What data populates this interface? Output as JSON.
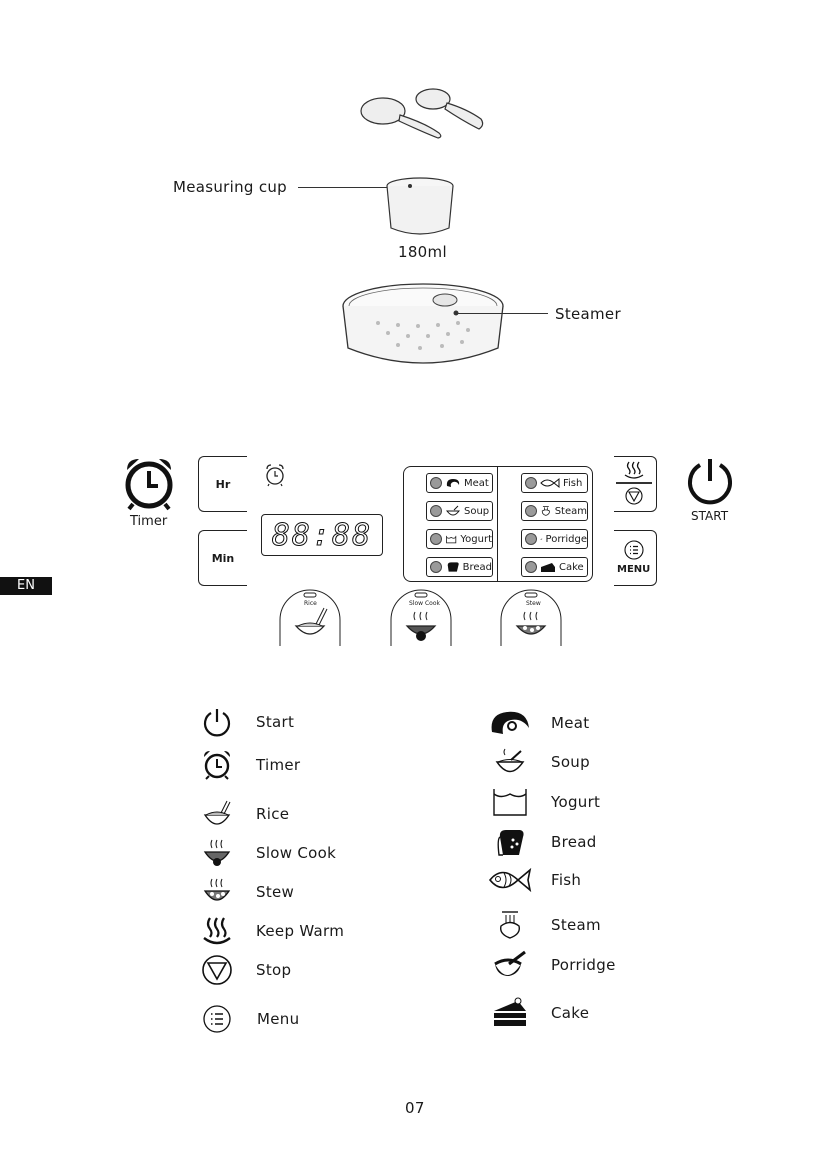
{
  "accessories": {
    "measuring_cup_label": "Measuring cup",
    "cup_volume": "180ml",
    "steamer_label": "Steamer"
  },
  "panel": {
    "timer_label": "Timer",
    "hr_button": "Hr",
    "min_button": "Min",
    "display_value": "88:88",
    "start_label": "START",
    "menu_label": "MENU",
    "programs_left": [
      "Meat",
      "Soup",
      "Yogurt",
      "Bread"
    ],
    "programs_right": [
      "Fish",
      "Steam",
      "Porridge",
      "Cake"
    ],
    "indicators": [
      "Rice",
      "Slow Cook",
      "Stew"
    ]
  },
  "legend": {
    "left": [
      {
        "icon": "power-icon",
        "label": "Start"
      },
      {
        "icon": "alarm-clock-icon",
        "label": "Timer"
      },
      {
        "icon": "rice-bowl-icon",
        "label": "Rice"
      },
      {
        "icon": "slow-cook-bowl-icon",
        "label": "Slow Cook"
      },
      {
        "icon": "stew-bowl-icon",
        "label": "Stew"
      },
      {
        "icon": "keep-warm-icon",
        "label": "Keep Warm"
      },
      {
        "icon": "stop-icon",
        "label": "Stop"
      },
      {
        "icon": "menu-icon",
        "label": "Menu"
      }
    ],
    "right": [
      {
        "icon": "meat-icon",
        "label": "Meat"
      },
      {
        "icon": "soup-icon",
        "label": "Soup"
      },
      {
        "icon": "yogurt-icon",
        "label": "Yogurt"
      },
      {
        "icon": "bread-icon",
        "label": "Bread"
      },
      {
        "icon": "fish-icon",
        "label": "Fish"
      },
      {
        "icon": "steam-icon",
        "label": "Steam"
      },
      {
        "icon": "porridge-icon",
        "label": "Porridge"
      },
      {
        "icon": "cake-icon",
        "label": "Cake"
      }
    ]
  },
  "language_tab": "EN",
  "page_number": "07"
}
